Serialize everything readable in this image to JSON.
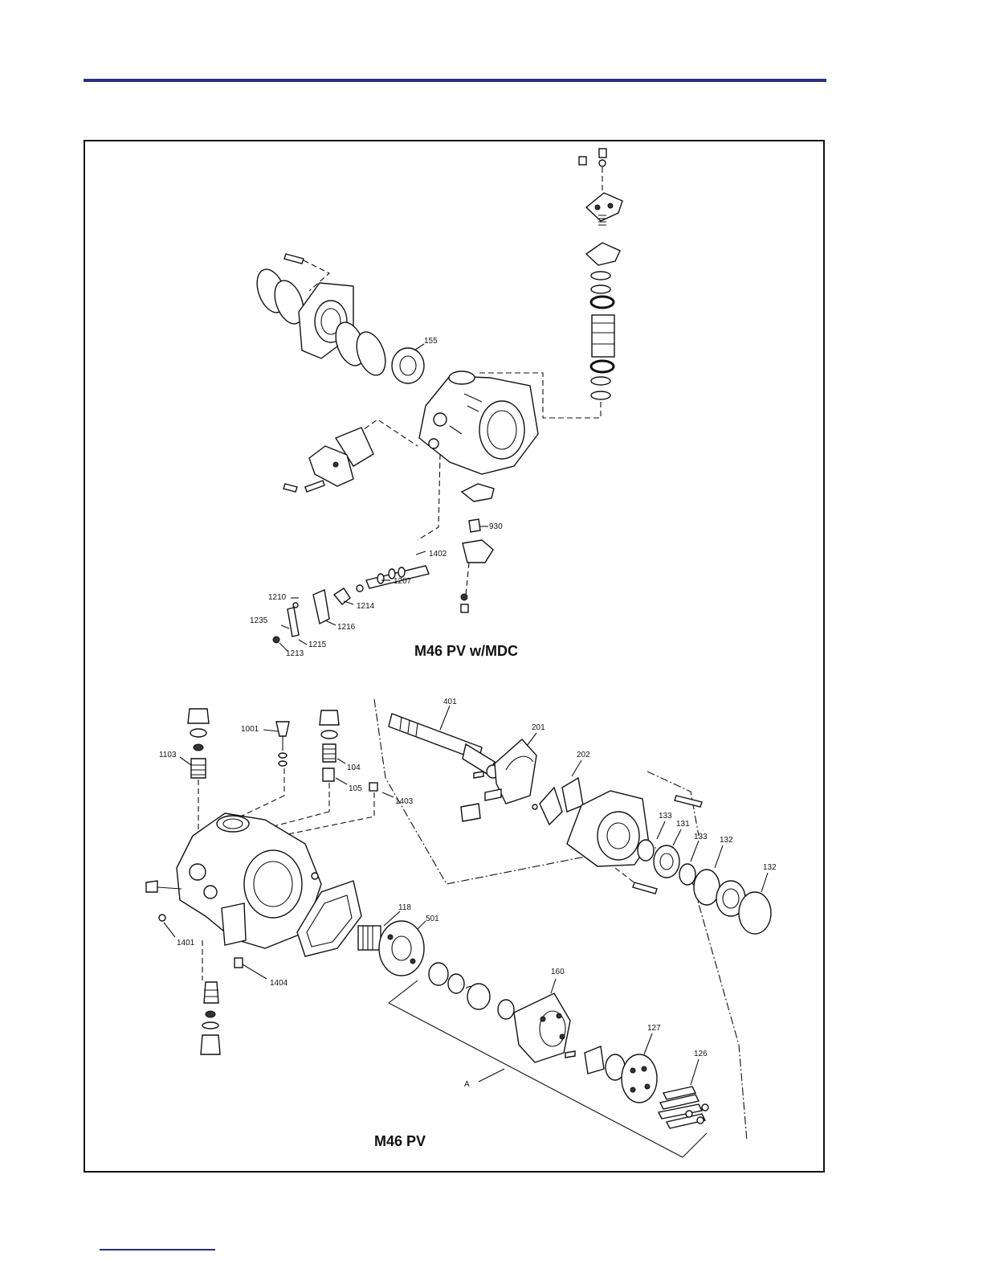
{
  "figures": [
    {
      "title": "M46 PV w/MDC",
      "callouts": [
        "155",
        "930",
        "1402",
        "1207",
        "1210",
        "1214",
        "1216",
        "1235",
        "1215",
        "1213"
      ]
    },
    {
      "title": "M46 PV",
      "callouts": [
        "401",
        "201",
        "202",
        "1001",
        "1103",
        "104",
        "105",
        "1403",
        "133",
        "131",
        "133",
        "132",
        "132",
        "118",
        "501",
        "1401",
        "1404",
        "160",
        "127",
        "126",
        "A"
      ]
    }
  ],
  "colors": {
    "rule": "#2b2f84",
    "line": "#111111"
  }
}
